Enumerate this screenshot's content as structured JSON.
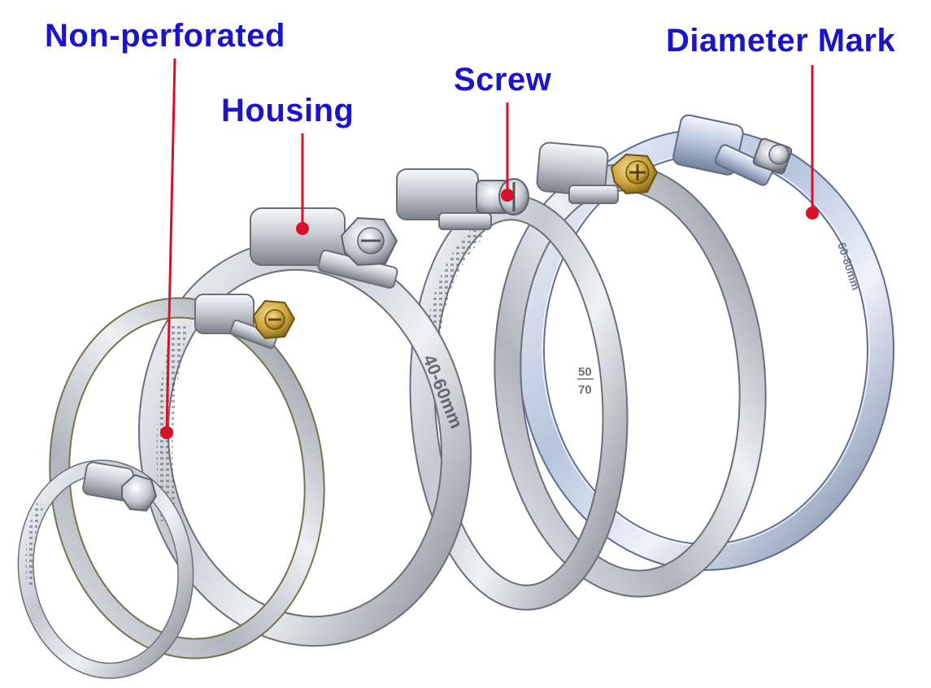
{
  "colors": {
    "label_text": "#1c14c8",
    "leader_line": "#d8102a",
    "steel_light": "#f2f3f6",
    "steel_mid": "#b6bac2",
    "steel_dark": "#6c7078",
    "galvanized_light": "#eef3fb",
    "galvanized_dark": "#7d8fb0",
    "brass": "#c9a23a"
  },
  "labels": {
    "non_perforated": "Non-perforated",
    "housing": "Housing",
    "screw": "Screw",
    "diameter_mark": "Diameter Mark"
  },
  "band_markings": {
    "size_40_60": "40-60mm",
    "size_50_70_top": "50",
    "size_50_70_bottom": "70",
    "size_60_80": "60-80mm"
  },
  "clamps": [
    {
      "id": "smallest",
      "icon": "hose-clamp-icon"
    },
    {
      "id": "small",
      "icon": "hose-clamp-icon"
    },
    {
      "id": "medium",
      "icon": "hose-clamp-icon"
    },
    {
      "id": "large",
      "icon": "hose-clamp-icon"
    },
    {
      "id": "larger",
      "icon": "hose-clamp-icon"
    },
    {
      "id": "largest-galvanized",
      "icon": "hose-clamp-icon"
    }
  ]
}
